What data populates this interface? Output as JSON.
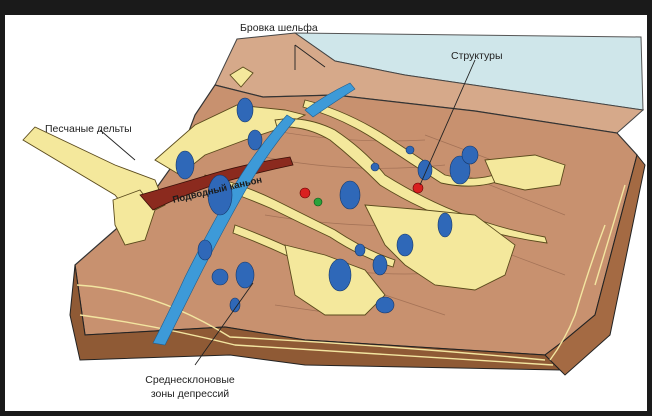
{
  "labels": {
    "shelf_edge": "Бровка шельфа",
    "structures": "Структуры",
    "sand_deltas": "Песчаные дельты",
    "canyon": "Подводный каньон",
    "depression_line1": "Среднесклоновые",
    "depression_line2": "зоны депрессий"
  },
  "colors": {
    "slope": "#c7906f",
    "shelf": "#d4a585",
    "sea": "#cfe6ea",
    "sand": "#f4e89c",
    "sand_outline": "#5a4a1c",
    "reservoir": "#2f68b8",
    "channel": "#3d9ad8",
    "side": "#8f5a35",
    "structure_red": "#d92020",
    "structure_green": "#2aa23a"
  }
}
